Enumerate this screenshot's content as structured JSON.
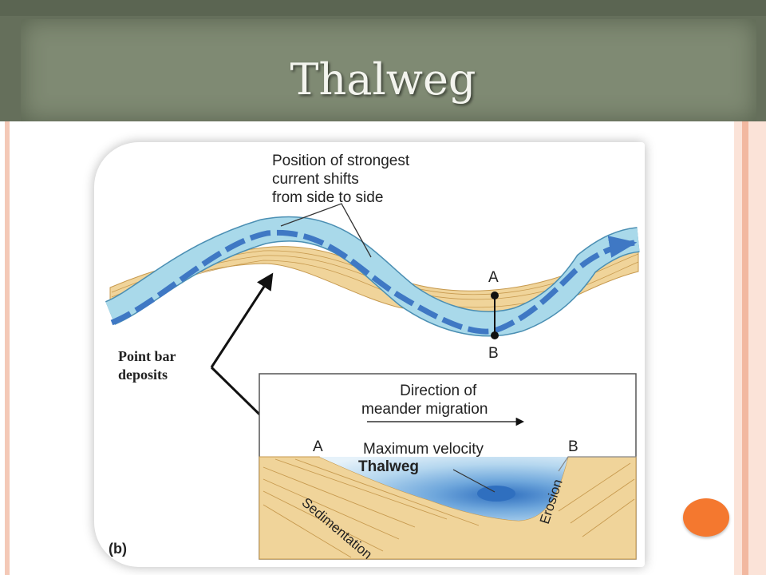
{
  "slide": {
    "title": "Thalweg"
  },
  "diagram": {
    "callout_top_lines": [
      "Position of strongest",
      "current shifts",
      "from side to side"
    ],
    "point_a": "A",
    "point_b": "B",
    "point_bar_lines": [
      "Point bar",
      "deposits"
    ],
    "direction_lines": [
      "Direction of",
      "meander migration"
    ],
    "cross_section_a": "A",
    "cross_section_b": "B",
    "max_velocity": "Maximum velocity",
    "thalweg": "Thalweg",
    "sedimentation": "Sedimentation",
    "erosion": "Erosion",
    "panel_label": "(b)"
  },
  "colors": {
    "header": "#7f8a73",
    "river_fill": "#a9d9ea",
    "river_edge": "#4b8fb3",
    "flow_arrow": "#3f78c4",
    "sediment": "#f0d49a",
    "deep_water": "#2f6fbf",
    "accent_dot": "#f4782f",
    "rail": "#f2b8a0"
  }
}
